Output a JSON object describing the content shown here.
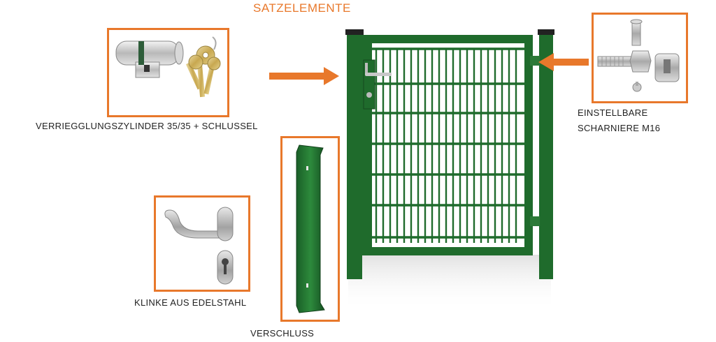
{
  "title": "SATZELEMENTE",
  "labels": {
    "cylinder": "VERRIEGGLUNGSZYLINDER 35/35 + SCHLUSSEL",
    "hinge_line1": "EINSTELLBARE",
    "hinge_line2": "SCHARNIERE M16",
    "handle": "KLINKE AUS EDELSTAHL",
    "latch": "VERSCHLUSS"
  },
  "colors": {
    "accent": "#e8782b",
    "gate_green": "#1f6b2c",
    "text": "#222222"
  },
  "icons": {
    "cylinder_image": "lock-cylinder-with-keys-icon",
    "hinge_image": "adjustable-hinge-icon",
    "handle_image": "door-handle-icon",
    "latch_image": "latch-bar-icon",
    "gate_image": "garden-gate-icon"
  }
}
